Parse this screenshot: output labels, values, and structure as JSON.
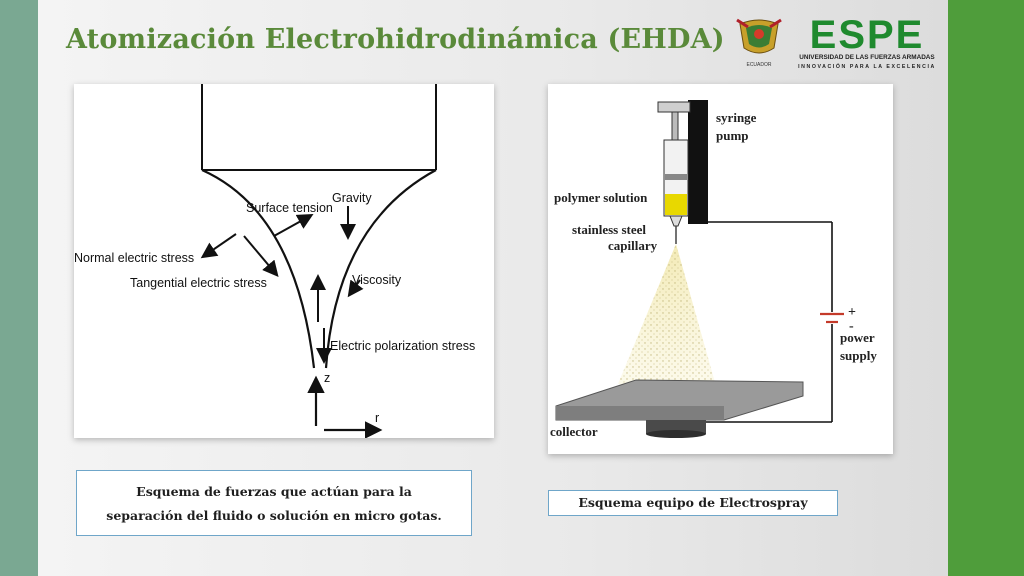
{
  "slide": {
    "title": "Atomización Electrohidrodinámica (EHDA)"
  },
  "logo": {
    "wordmark": "ESPE",
    "line1": "UNIVERSIDAD DE LAS FUERZAS ARMADAS",
    "line2": "INNOVACIÓN PARA LA EXCELENCIA",
    "crest_caption": "ECUADOR",
    "brand_color": "#1f8a2e"
  },
  "left_figure": {
    "labels": {
      "gravity": "Gravity",
      "surface_tension": "Surface tension",
      "normal_electric_stress": "Normal electric stress",
      "tangential_electric_stress": "Tangential electric stress",
      "viscosity": "Viscosity",
      "electric_polarization_stress": "Electric polarization stress",
      "z_axis": "z",
      "r_axis": "r"
    },
    "caption_line1": "Esquema de fuerzas que actúan para la",
    "caption_line2": "separación del fluido o solución en micro gotas."
  },
  "right_figure": {
    "labels": {
      "syringe_line1": "syringe",
      "syringe_line2": "pump",
      "polymer_solution": "polymer solution",
      "capillary_line1": "stainless steel",
      "capillary_line2": "capillary",
      "plus": "+",
      "minus": "-",
      "power_line1": "power",
      "power_line2": "supply",
      "collector": "collector"
    },
    "caption": "Esquema equipo de Electrospray"
  },
  "colors": {
    "title": "#5a8a3a",
    "left_bar": "#7aa892",
    "right_bar": "#4f9d3b",
    "polymer": "#e8d800",
    "caption_border": "#6fa6c9"
  }
}
